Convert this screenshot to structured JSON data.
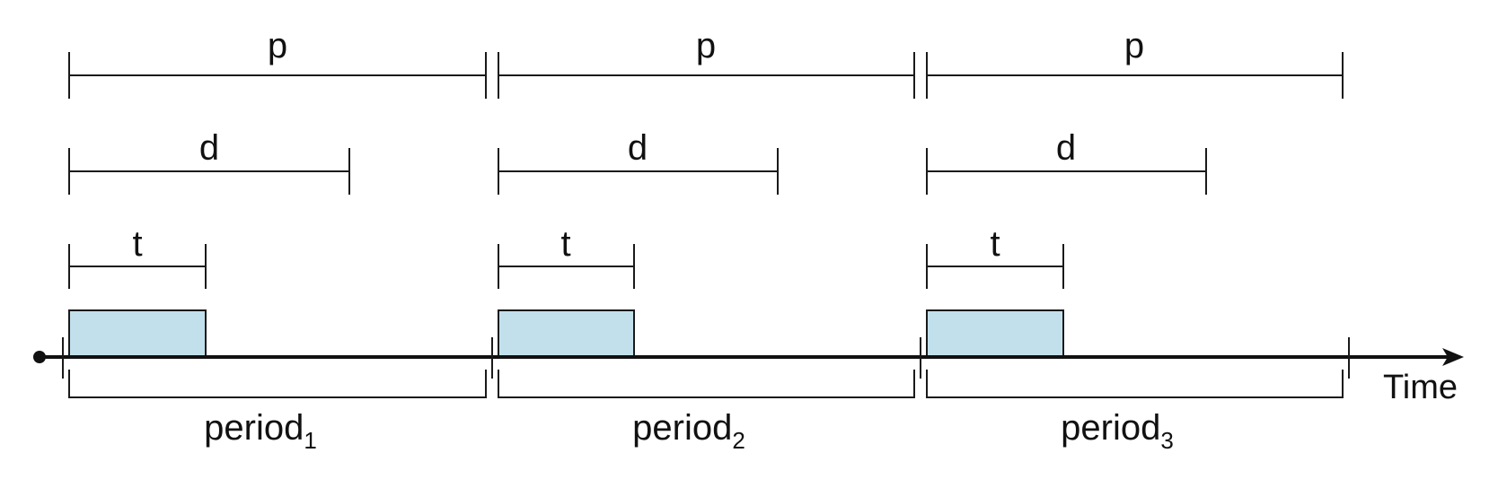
{
  "labels": {
    "period": "p",
    "deadline": "d",
    "processing": "t",
    "axis": "Time",
    "period_base": "period"
  },
  "periods": [
    {
      "subscript": "1"
    },
    {
      "subscript": "2"
    },
    {
      "subscript": "3"
    }
  ],
  "colors": {
    "burst_fill": "#c2e0ec",
    "line": "#1a1a1a"
  }
}
